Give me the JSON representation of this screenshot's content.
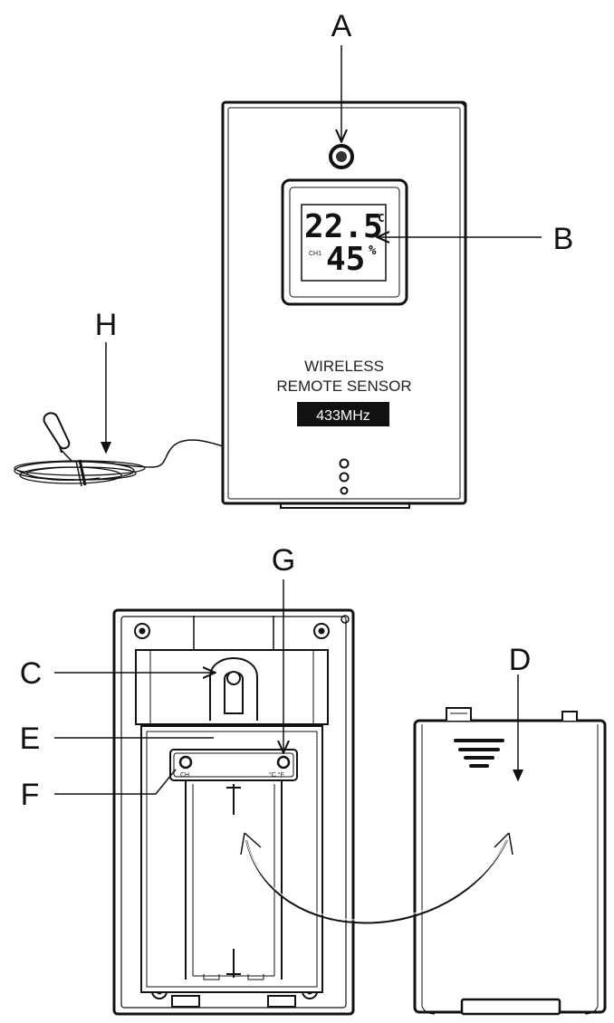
{
  "callouts": {
    "a": "A",
    "b": "B",
    "c": "C",
    "d": "D",
    "e": "E",
    "f": "F",
    "g": "G",
    "h": "H"
  },
  "front": {
    "label_line1": "WIRELESS",
    "label_line2": "REMOTE SENSOR",
    "frequency": "433MHz",
    "lcd_temperature": "22.5",
    "lcd_temp_unit": "°C",
    "lcd_channel": "CH1",
    "lcd_humidity": "45",
    "lcd_humidity_unit": "%"
  },
  "back": {
    "ch_button_label": "CH",
    "unit_button_label": "°C °F"
  }
}
